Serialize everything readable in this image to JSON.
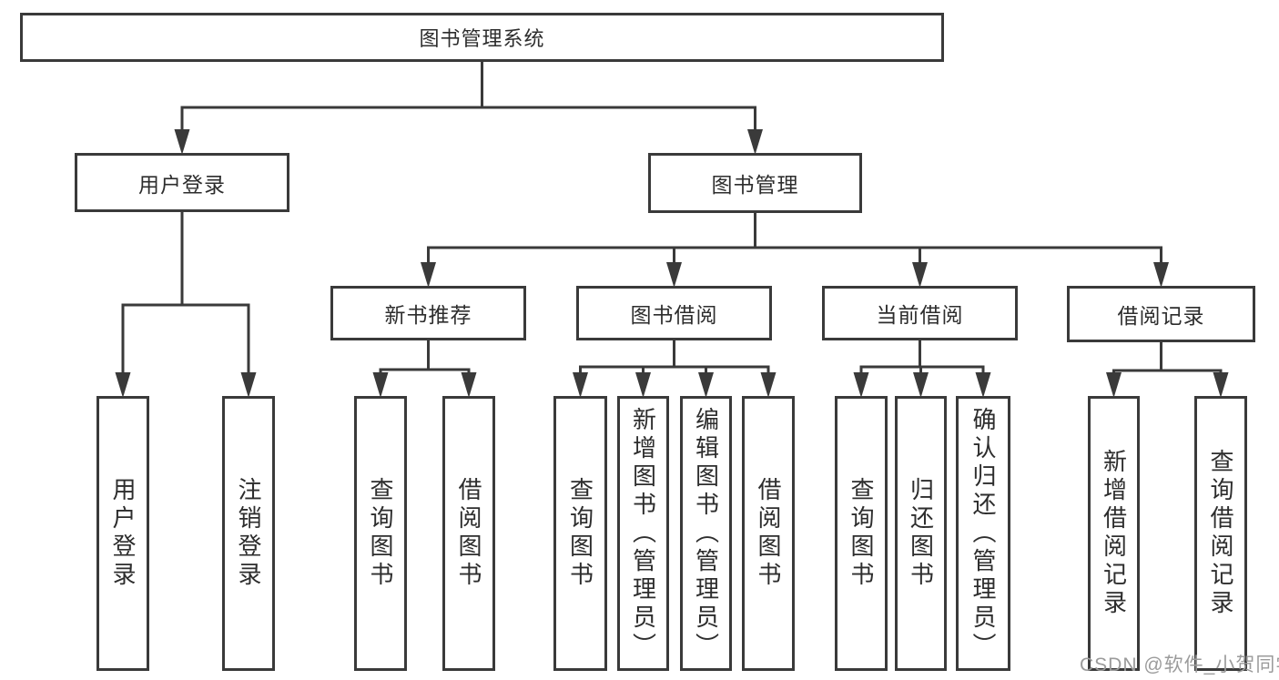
{
  "diagram": {
    "title": "图书管理系统",
    "watermark": "CSDN @软件_小贺同学",
    "colors": {
      "line": "#3a3a3a",
      "text": "#2d2d2d",
      "background": "#ffffff",
      "watermark": "#9b9b9b"
    },
    "nodes": {
      "root": {
        "label": "图书管理系统"
      },
      "user_login": {
        "label": "用户登录"
      },
      "book_mgmt": {
        "label": "图书管理"
      },
      "new_rec": {
        "label": "新书推荐"
      },
      "borrow": {
        "label": "图书借阅"
      },
      "current": {
        "label": "当前借阅"
      },
      "record": {
        "label": "借阅记录"
      },
      "leaf_login": {
        "label": "用户登录"
      },
      "leaf_logout": {
        "label": "注销登录"
      },
      "rec_query": {
        "label": "查询图书"
      },
      "rec_borrow": {
        "label": "借阅图书"
      },
      "bor_query": {
        "label": "查询图书"
      },
      "bor_add": {
        "label": "新增图书（管理员）"
      },
      "bor_edit": {
        "label": "编辑图书（管理员）"
      },
      "bor_borrow": {
        "label": "借阅图书"
      },
      "cur_query": {
        "label": "查询图书"
      },
      "cur_return": {
        "label": "归还图书"
      },
      "cur_confirm": {
        "label": "确认归还（管理员）"
      },
      "rcd_add": {
        "label": "新增借阅记录"
      },
      "rcd_query": {
        "label": "查询借阅记录"
      }
    },
    "edges": [
      {
        "from": "root",
        "to": [
          "user_login",
          "book_mgmt"
        ],
        "branch": 118
      },
      {
        "from": "user_login",
        "to": [
          "leaf_login",
          "leaf_logout"
        ],
        "branch": 335
      },
      {
        "from": "book_mgmt",
        "to": [
          "new_rec",
          "borrow",
          "current",
          "record"
        ],
        "branch": 272
      },
      {
        "from": "new_rec",
        "to": [
          "rec_query",
          "rec_borrow"
        ],
        "branch": 406
      },
      {
        "from": "borrow",
        "to": [
          "bor_query",
          "bor_add",
          "bor_edit",
          "bor_borrow"
        ],
        "branch": 403
      },
      {
        "from": "current",
        "to": [
          "cur_query",
          "cur_return",
          "cur_confirm"
        ],
        "branch": 403
      },
      {
        "from": "record",
        "to": [
          "rcd_add",
          "rcd_query"
        ],
        "branch": 407
      }
    ]
  }
}
